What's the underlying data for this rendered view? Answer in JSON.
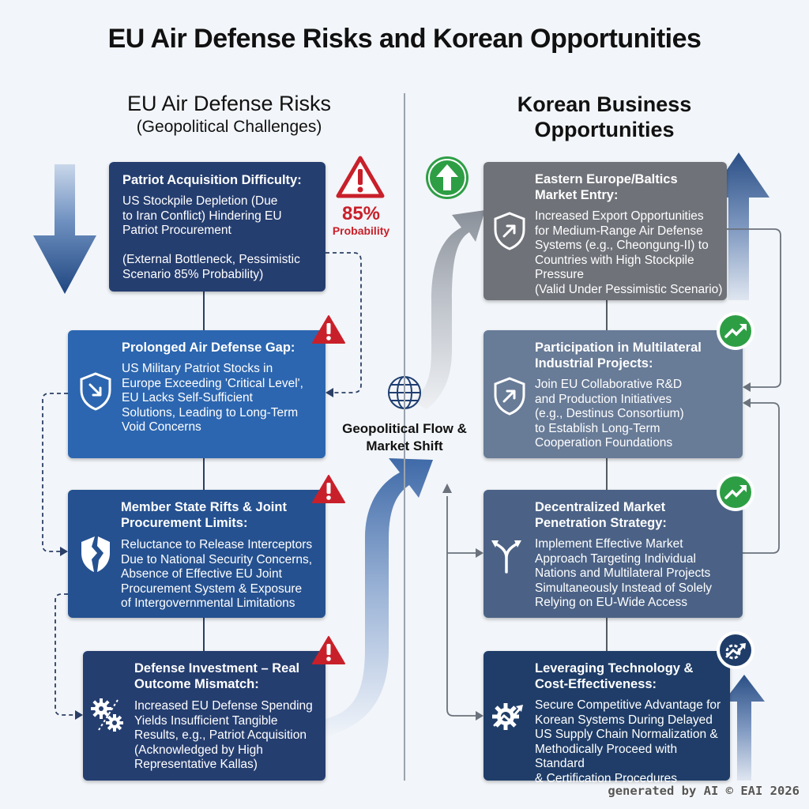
{
  "title": "EU Air Defense Risks and Korean Opportunities",
  "left_column": {
    "heading": "EU Air Defense Risks",
    "subheading": "(Geopolitical Challenges)"
  },
  "right_column": {
    "heading": "Korean Business Opportunities"
  },
  "probability": {
    "value": "85%",
    "label": "Probability"
  },
  "center_label": "Geopolitical Flow & Market Shift",
  "risks": [
    {
      "title": "Patriot Acquisition Difficulty:",
      "text": "US Stockpile Depletion (Due\nto Iran Conflict) Hindering EU\nPatriot Procurement\n\n(External Bottleneck, Pessimistic\nScenario 85% Probability)",
      "icon": "none"
    },
    {
      "title": "Prolonged Air Defense Gap:",
      "text": "US Military Patriot Stocks in\nEurope Exceeding 'Critical Level',\nEU Lacks Self-Sufficient\nSolutions, Leading to Long-Term\nVoid Concerns",
      "icon": "shield-down-icon"
    },
    {
      "title": "Member State Rifts & Joint\nProcurement Limits:",
      "text": "Reluctance to Release Interceptors\nDue to National Security Concerns,\nAbsence of Effective EU Joint\nProcurement System & Exposure\nof Intergovernmental Limitations",
      "icon": "broken-shield-icon"
    },
    {
      "title": "Defense Investment – Real\nOutcome Mismatch:",
      "text": "Increased EU Defense Spending\nYields Insufficient Tangible\nResults, e.g., Patriot Acquisition\n(Acknowledged by High\nRepresentative Kallas)",
      "icon": "gears-icon"
    }
  ],
  "opportunities": [
    {
      "title": "Eastern Europe/Baltics\nMarket Entry:",
      "text": "Increased Export Opportunities\nfor Medium-Range Air Defense\nSystems (e.g., Cheongung-II) to\nCountries with High Stockpile\nPressure\n(Valid Under Pessimistic Scenario)",
      "icon": "shield-up-icon"
    },
    {
      "title": "Participation in Multilateral\nIndustrial Projects:",
      "text": "Join EU Collaborative R&D\nand Production Initiatives\n(e.g., Destinus Consortium)\nto Establish Long-Term\nCooperation Foundations",
      "icon": "shield-up-icon"
    },
    {
      "title": "Decentralized Market\nPenetration Strategy:",
      "text": "Implement Effective Market\nApproach Targeting Individual\nNations and Multilateral Projects\nSimultaneously Instead of Solely\nRelying on EU-Wide Access",
      "icon": "split-arrows-icon"
    },
    {
      "title": "Leveraging Technology &\nCost-Effectiveness:",
      "text": "Secure Competitive Advantage for\nKorean Systems During Delayed\nUS Supply Chain Normalization &\nMethodically Proceed with Standard\n& Certification Procedures",
      "icon": "gear-trend-icon"
    }
  ],
  "watermark": "generated by AI © EAI 2026",
  "colors": {
    "risk_dark": "#253e70",
    "risk_blue": "#2c66b0",
    "warning_red": "#c8202a",
    "growth_green": "#2e9e45",
    "opp_gray": "#6f7279"
  }
}
